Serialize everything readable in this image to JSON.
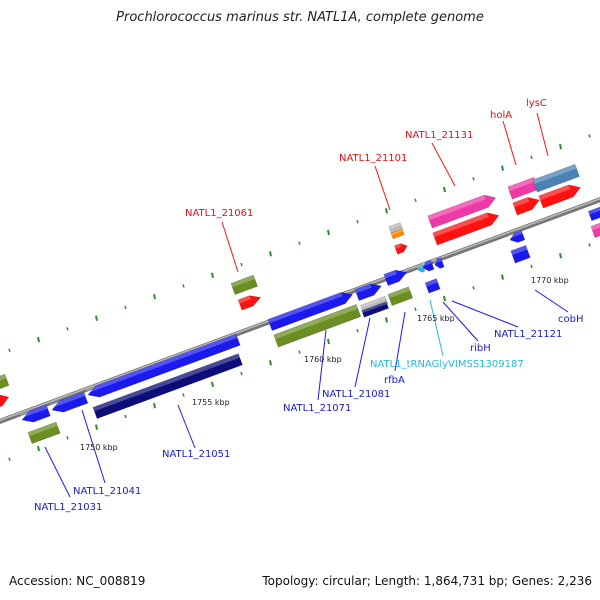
{
  "title": "Prochlorococcus marinus str. NATL1A, complete genome",
  "footer": {
    "accession": "Accession: NC_008819",
    "topology": "Topology: circular; Length: 1,864,731 bp; Genes: 2,236"
  },
  "colors": {
    "backbone": "#888888",
    "tick": "#2e8b2e",
    "cds_blue": "#1a1aee",
    "cds_navy": "#0d0d7a",
    "cds_olive": "#6b8e23",
    "red": "#ff1111",
    "pink": "#ee3aa6",
    "steel": "#4a82b4",
    "gray": "#bbbbbb",
    "orange": "#ff8c00",
    "cyan": "#22bbdd",
    "label_blue": "#1a1acc",
    "label_red": "#dd1111",
    "label_cyan": "#22bbdd"
  },
  "scale": [
    "1750 kbp",
    "1755 kbp",
    "1760 kbp",
    "1765 kbp",
    "1770 kbp"
  ],
  "labels": {
    "NATL1_21031": "NATL1_21031",
    "NATL1_21041": "NATL1_21041",
    "NATL1_21051": "NATL1_21051",
    "NATL1_21061": "NATL1_21061",
    "NATL1_21071": "NATL1_21071",
    "NATL1_21081": "NATL1_21081",
    "rfbA": "rfbA",
    "tRNA": "NATL1_tRNAGlyVIMSS1309187",
    "NATL1_21101": "NATL1_21101",
    "ribH": "ribH",
    "NATL1_21121": "NATL1_21121",
    "NATL1_21131": "NATL1_21131",
    "holA": "holA",
    "lysC": "lysC",
    "cobH": "cobH"
  }
}
